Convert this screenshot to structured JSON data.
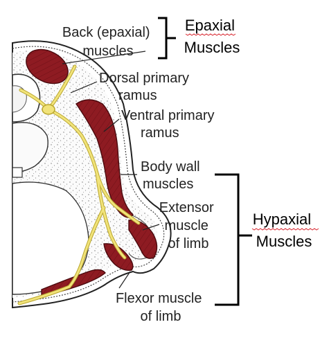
{
  "labels": {
    "back_muscles": [
      "Back (epaxial)",
      "muscles"
    ],
    "dorsal_ramus": [
      "Dorsal primary",
      "ramus"
    ],
    "ventral_ramus": [
      "Ventral primary",
      "ramus"
    ],
    "body_wall": [
      "Body wall",
      "muscles"
    ],
    "extensor": [
      "Extensor",
      "muscle",
      "of limb"
    ],
    "flexor": [
      "Flexor muscle",
      "of limb"
    ]
  },
  "groups": {
    "epaxial": [
      "Epaxial",
      "Muscles"
    ],
    "hypaxial": [
      "Hypaxial",
      "Muscles"
    ]
  },
  "colors": {
    "muscle": "#8e1b22",
    "nerve": "#f1e37a",
    "nerve_outline": "#b9a62d",
    "skin": "#ffffff",
    "outline": "#222222",
    "squiggle": "#d8262f"
  }
}
